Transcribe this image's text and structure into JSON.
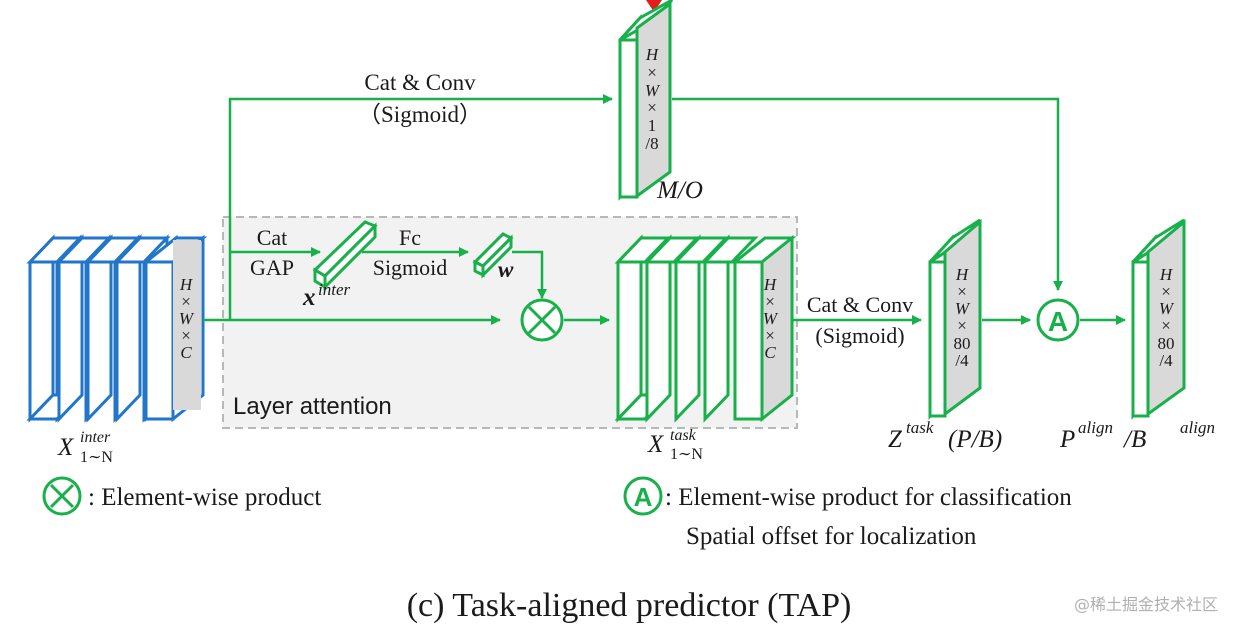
{
  "colors": {
    "green": "#17b04a",
    "blue": "#2276c9",
    "face_gray": "#d9d9d9",
    "panel_gray": "#f2f2f2",
    "dash_gray": "#b8b8b8",
    "red": "#e51c1c"
  },
  "labels": {
    "cat_conv_top": "Cat & Conv",
    "sigmoid_top": "（Sigmoid）",
    "mo_dims": [
      "H",
      "×",
      "W",
      "×",
      "1",
      "/8"
    ],
    "mo_label": "M/O",
    "input_dims": [
      "H",
      "×",
      "W",
      "×",
      "C"
    ],
    "input_label_main": "X",
    "input_label_sup": "inter",
    "input_label_sub": "1∼N",
    "cat": "Cat",
    "gap": "GAP",
    "fc": "Fc",
    "sigmoid_mid": "Sigmoid",
    "x_inter_main": "x",
    "x_inter_sup": "inter",
    "w_label": "w",
    "layer_attention": "Layer attention",
    "task_dims": [
      "H",
      "×",
      "W",
      "×",
      "C"
    ],
    "task_label_main": "X",
    "task_label_sup": "task",
    "task_label_sub": "1∼N",
    "cat_conv_mid": "Cat & Conv",
    "sigmoid_right": "(Sigmoid)",
    "z_dims": [
      "H",
      "×",
      "W",
      "×",
      "80",
      "/4"
    ],
    "z_label_main": "Z",
    "z_label_sup": "task",
    "z_label_rest": "(P/B)",
    "p_dims": [
      "H",
      "×",
      "W",
      "×",
      "80",
      "/4"
    ],
    "p_label_main": "P",
    "p_label_sup": "align",
    "p_label_mid": "/B",
    "p_label_sup2": "align",
    "align_symbol": "A",
    "legend_product": ": Element-wise product",
    "legend_align_line1": ": Element-wise product for classification",
    "legend_align_line2": "Spatial offset for localization",
    "caption": "(c)  Task-aligned predictor (TAP)",
    "watermark": "@稀土掘金技术社区"
  }
}
